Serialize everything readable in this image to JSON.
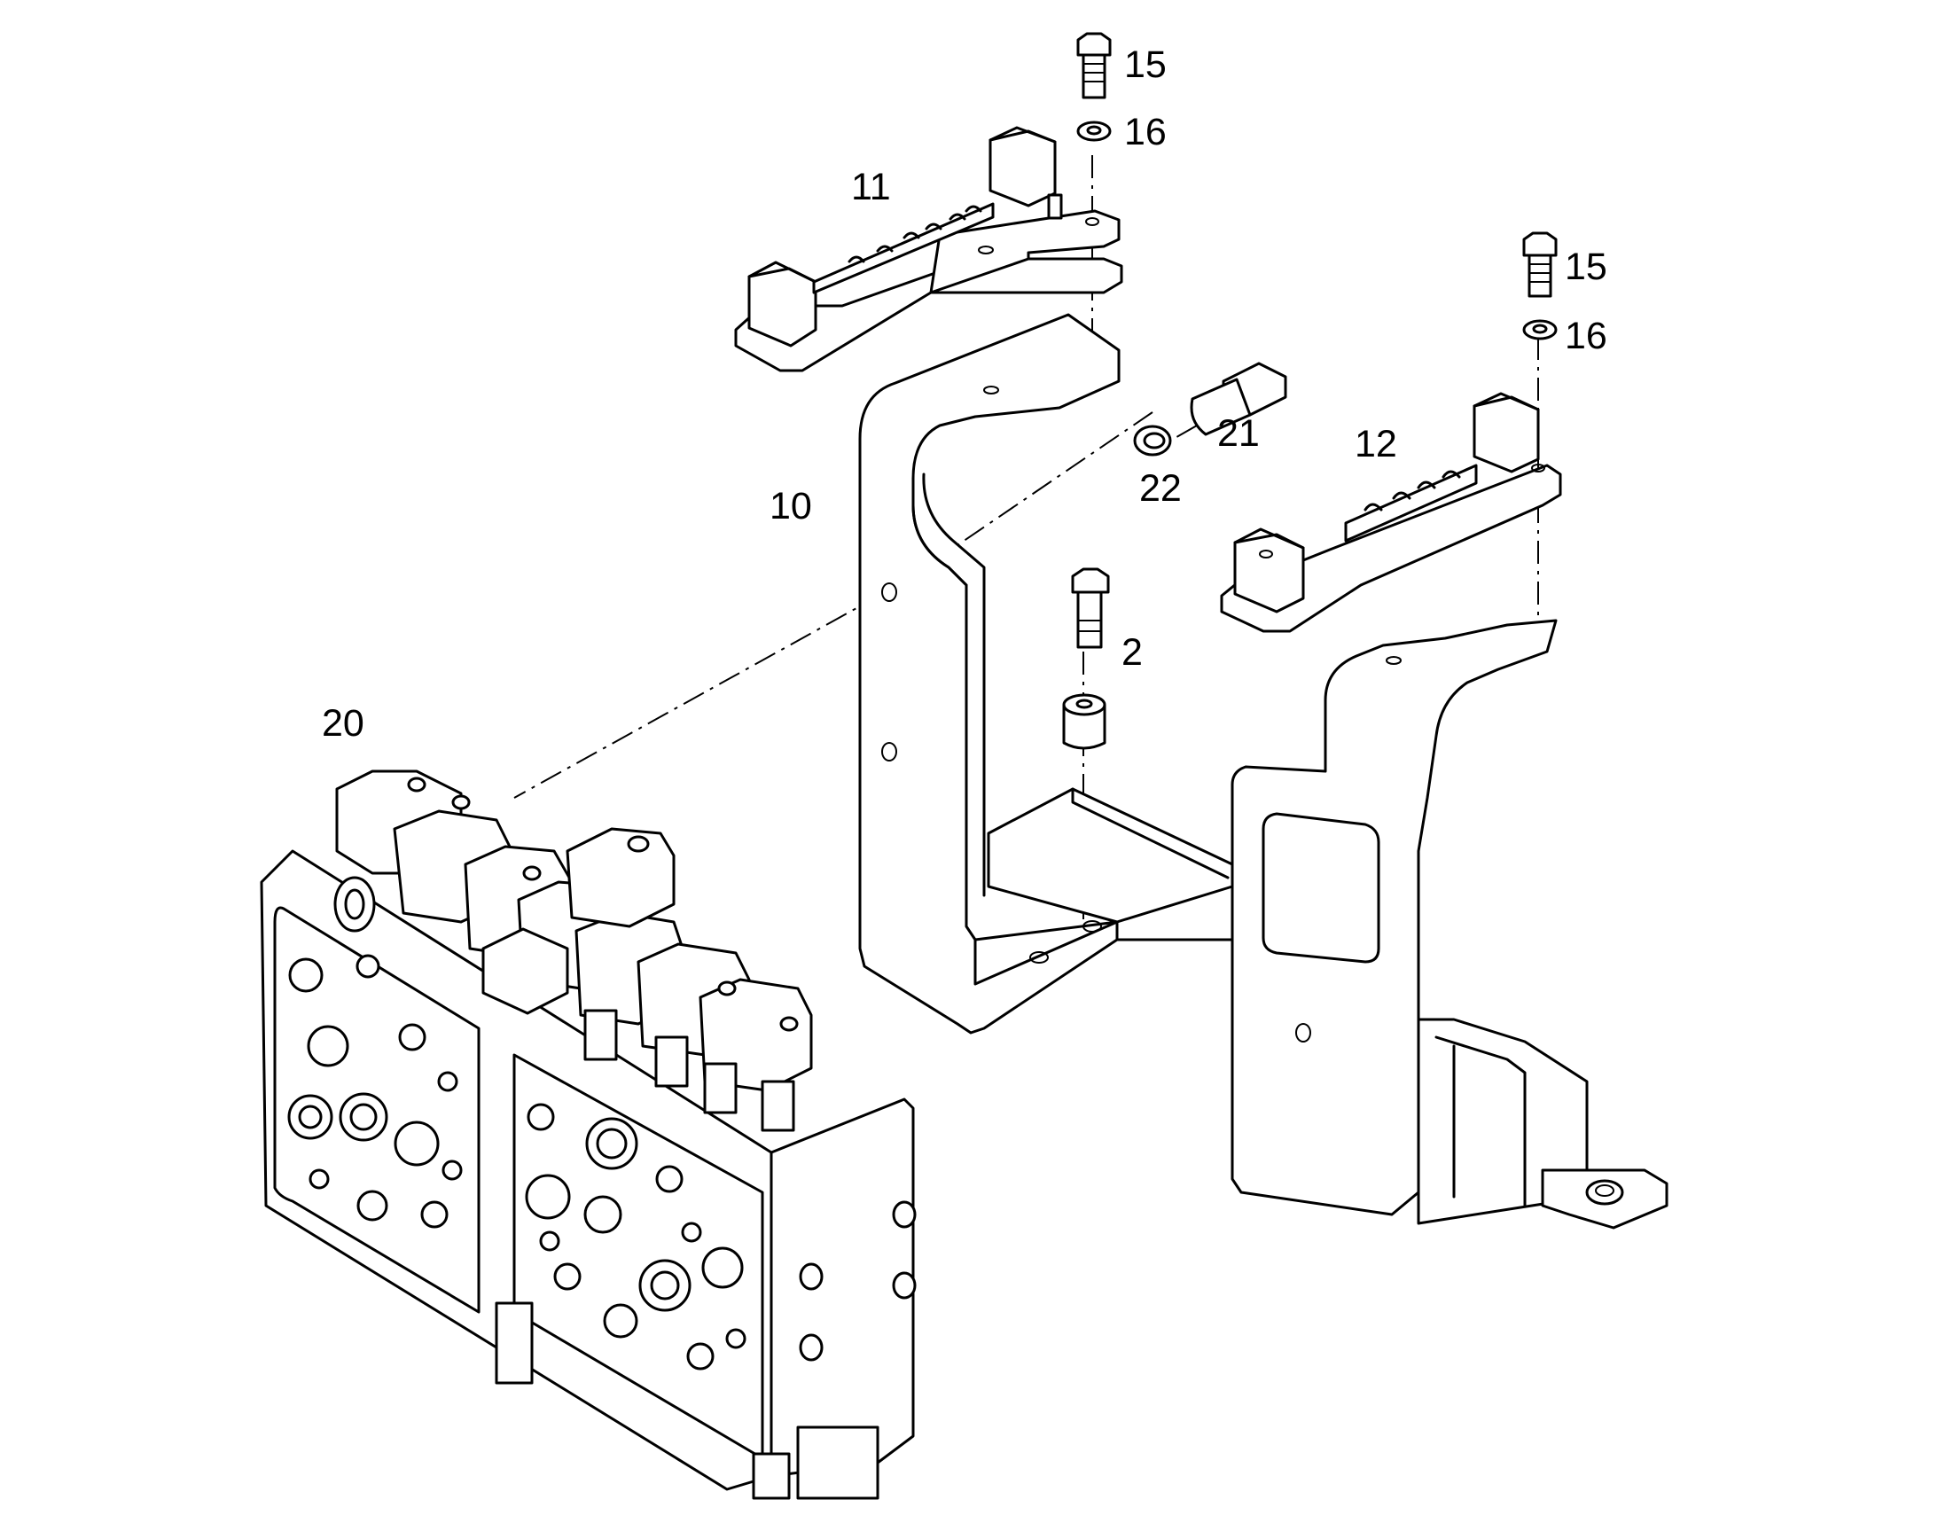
{
  "diagram": {
    "callouts": [
      {
        "id": "callout-15-top",
        "label": "15"
      },
      {
        "id": "callout-16-top",
        "label": "16"
      },
      {
        "id": "callout-11",
        "label": "11"
      },
      {
        "id": "callout-15-right",
        "label": "15"
      },
      {
        "id": "callout-16-right",
        "label": "16"
      },
      {
        "id": "callout-21",
        "label": "21"
      },
      {
        "id": "callout-12",
        "label": "12"
      },
      {
        "id": "callout-22",
        "label": "22"
      },
      {
        "id": "callout-10",
        "label": "10"
      },
      {
        "id": "callout-2",
        "label": "2"
      },
      {
        "id": "callout-20",
        "label": "20"
      }
    ]
  }
}
